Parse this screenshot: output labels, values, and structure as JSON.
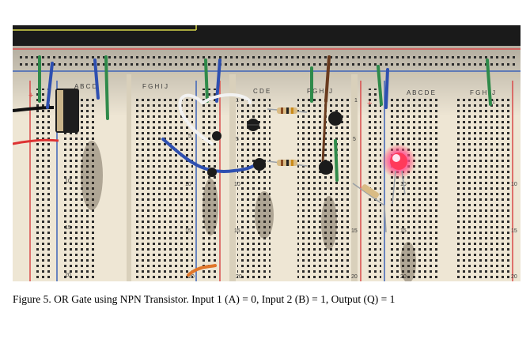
{
  "figure": {
    "caption": "Figure 5. OR Gate using NPN Transistor. Input 1 (A) = 0, Input 2 (B) = 1, Output (Q) = 1",
    "photo_subject": "breadboard OR gate circuit",
    "board_labels": {
      "left": {
        "cols_a": "A B C D",
        "cols_b": "F G H I J"
      },
      "middle": {
        "cols_a": "C D E",
        "cols_b": "F G H I J"
      },
      "right": {
        "cols_a": "A B C D E",
        "cols_b": "F G H I J"
      },
      "row_1": "1",
      "row_5": "5",
      "row_10": "10",
      "row_15": "15",
      "row_20": "20",
      "plus": "+"
    },
    "colors": {
      "board": "#eee6d4",
      "rail_red": "#d94a4a",
      "rail_blue": "#3d63b8",
      "wire_green": "#2f8a4a",
      "wire_blue": "#2e4fb0",
      "wire_white": "#f2f2f2",
      "wire_brown": "#6a3b1e",
      "led": "#ff3a5a"
    }
  }
}
